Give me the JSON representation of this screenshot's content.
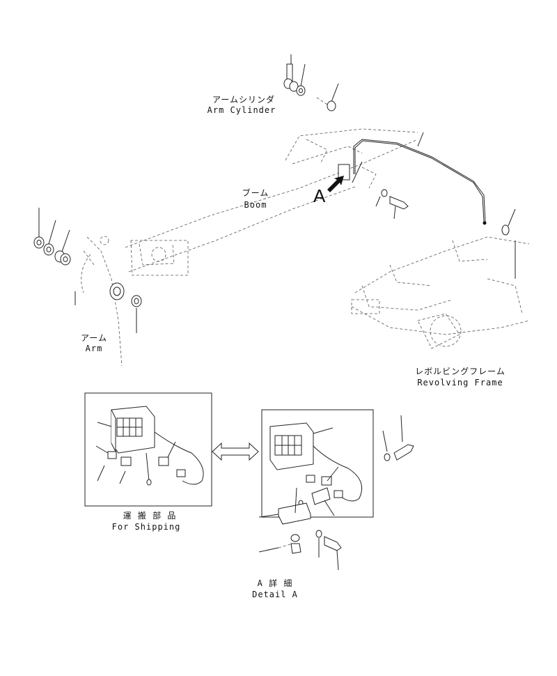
{
  "labels": {
    "arm_cylinder_jp": "アームシリンダ",
    "arm_cylinder_en": "Arm Cylinder",
    "boom_jp": "ブーム",
    "boom_en": "Boom",
    "arm_jp": "アーム",
    "arm_en": "Arm",
    "revolving_frame_jp": "レボルビングフレーム",
    "revolving_frame_en": "Revolving Frame",
    "for_shipping_jp": "運 搬 部 品",
    "for_shipping_en": "For Shipping",
    "detail_a_jp": "A 詳 細",
    "detail_a_en": "Detail A",
    "callout_a": "A"
  },
  "colors": {
    "line": "#222222",
    "background": "#ffffff"
  }
}
